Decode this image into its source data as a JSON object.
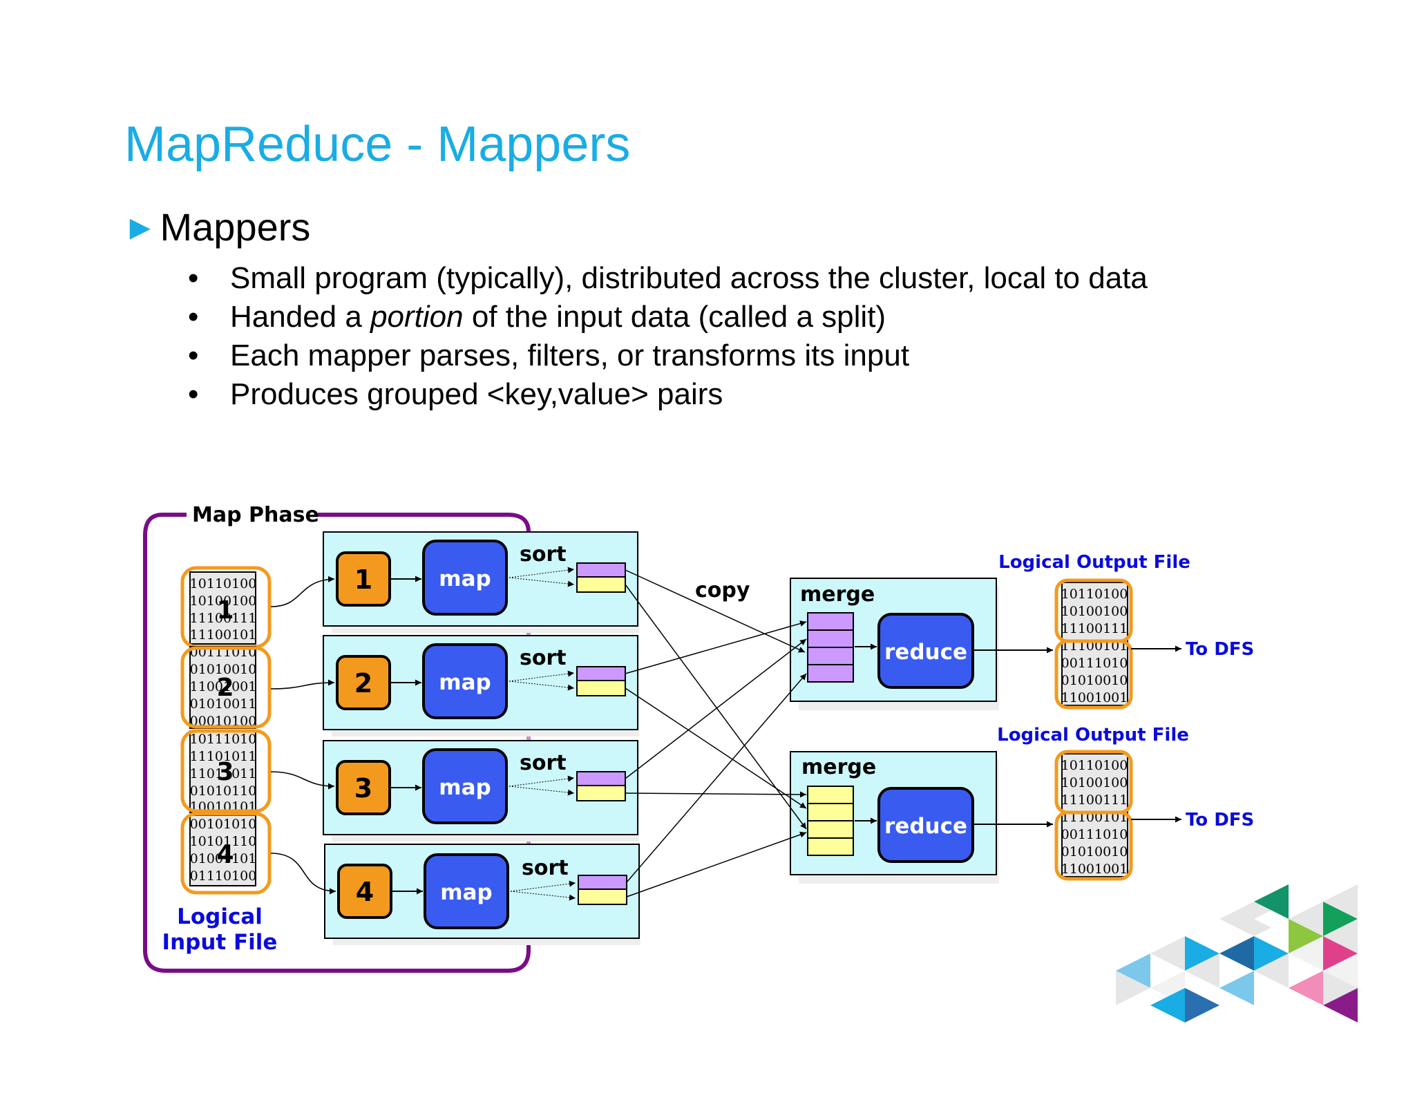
{
  "slide": {
    "title": "MapReduce - Mappers",
    "heading": "Mappers",
    "bullets": {
      "b1": "Small program (typically), distributed across the cluster, local to data",
      "b2_pre": "Handed a ",
      "b2_em": "portion",
      "b2_post": " of the input data (called a split)",
      "b3": "Each mapper parses, filters, or transforms its input",
      "b4": "Produces grouped <key,value> pairs"
    }
  },
  "diagram": {
    "map_phase_label": "Map Phase",
    "input_file_label_1": "Logical",
    "input_file_label_2": "Input File",
    "splits": [
      {
        "number": "1",
        "lines": [
          "10110100",
          "10100100",
          "11100111",
          "11100101"
        ]
      },
      {
        "number": "2",
        "lines": [
          "00111010",
          "01010010",
          "11001001",
          "01010011",
          "00010100"
        ]
      },
      {
        "number": "3",
        "lines": [
          "10111010",
          "11101011",
          "11011011",
          "01010110",
          "10010101"
        ]
      },
      {
        "number": "4",
        "lines": [
          "00101010",
          "10101110",
          "01001101",
          "01110100"
        ]
      }
    ],
    "mappers": [
      {
        "number": "1",
        "map_label": "map",
        "sort_label": "sort"
      },
      {
        "number": "2",
        "map_label": "map",
        "sort_label": "sort"
      },
      {
        "number": "3",
        "map_label": "map",
        "sort_label": "sort"
      },
      {
        "number": "4",
        "map_label": "map",
        "sort_label": "sort"
      }
    ],
    "copy_label": "copy",
    "reducers": [
      {
        "merge_label": "merge",
        "reduce_label": "reduce"
      },
      {
        "merge_label": "merge",
        "reduce_label": "reduce"
      }
    ],
    "outputs": [
      {
        "label": "Logical Output File",
        "lines": [
          "10110100",
          "10100100",
          "11100111",
          "11100101",
          "00111010",
          "01010010",
          "11001001"
        ],
        "dfs_label": "To DFS"
      },
      {
        "label": "Logical Output File",
        "lines": [
          "10110100",
          "10100100",
          "11100111",
          "11100101",
          "00111010",
          "01010010",
          "11001001"
        ],
        "dfs_label": "To DFS"
      }
    ],
    "colors": {
      "title_blue": "#1aace4",
      "map_phase_purple": "#7a0c87",
      "split_orange": "#f39a1e",
      "map_blue": "#3a5bf0",
      "panel_cyan": "#ccf8fb",
      "partition_purple": "#cc99ff",
      "partition_yellow": "#ffff99",
      "label_blue": "#0a0adc"
    }
  }
}
